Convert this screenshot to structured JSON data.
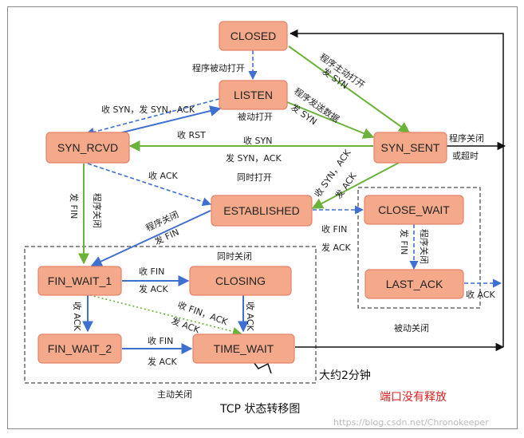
{
  "title": "TCP 状态转移图",
  "states": {
    "closed": "CLOSED",
    "listen": "LISTEN",
    "syn_rcvd": "SYN_RCVD",
    "syn_sent": "SYN_SENT",
    "established": "ESTABLISHED",
    "close_wait": "CLOSE_WAIT",
    "last_ack": "LAST_ACK",
    "fin_wait_1": "FIN_WAIT_1",
    "closing": "CLOSING",
    "fin_wait_2": "FIN_WAIT_2",
    "time_wait": "TIME_WAIT"
  },
  "labels": {
    "passive_open": "程序被动打开",
    "active_open": "程序主动打开",
    "active_open_syn": "发 SYN",
    "recv_syn_send_synack": "收 SYN，发 SYN，ACK",
    "listen_passive_open": "被动打开",
    "send_data": "程序发送数据",
    "send_data_syn": "发 SYN",
    "recv_rst": "收 RST",
    "recv_syn": "收 SYN",
    "send_syn_ack": "发 SYN，ACK",
    "simultaneous_open": "同时打开",
    "syn_sent_close": "程序关闭",
    "syn_sent_timeout": "或超时",
    "recv_ack": "收 ACK",
    "send_fin_left": "发 FIN",
    "prog_close_left": "程序关闭",
    "prog_close_mid": "程序关闭",
    "send_fin_mid": "发 FIN",
    "recv_synack": "收 SYN，ACK",
    "send_ack_synsent": "发 ACK",
    "recv_fin_est": "收 FIN",
    "send_ack_est": "发 ACK",
    "send_fin_cw": "发 FIN",
    "prog_close_cw": "程序关闭",
    "recv_ack_lastack": "收 ACK",
    "passive_close": "被动关闭",
    "simultaneous_close": "同时关闭",
    "fw1_recv_fin": "收 FIN",
    "fw1_send_ack": "发 ACK",
    "fw1_recv_ack": "收 ACK",
    "closing_recv_ack": "收 ACK",
    "fw1_recv_finack": "收 FIN，ACK",
    "fw1_send_ack_diag": "发 ACK",
    "fw2_recv_fin": "收 FIN",
    "fw2_send_ack": "发 ACK",
    "active_close": "主动关闭",
    "approx_2min": "大约2分钟",
    "port_not_released": "端口没有释放",
    "watermark": "https://blog.csdn.net/Chronokeeper"
  },
  "colors": {
    "state_fill": "#f4a98a",
    "state_stroke": "#e5846a",
    "edge_green": "#6bb23a",
    "edge_blue": "#3f6fd0",
    "highlight_red": "#e02020"
  }
}
